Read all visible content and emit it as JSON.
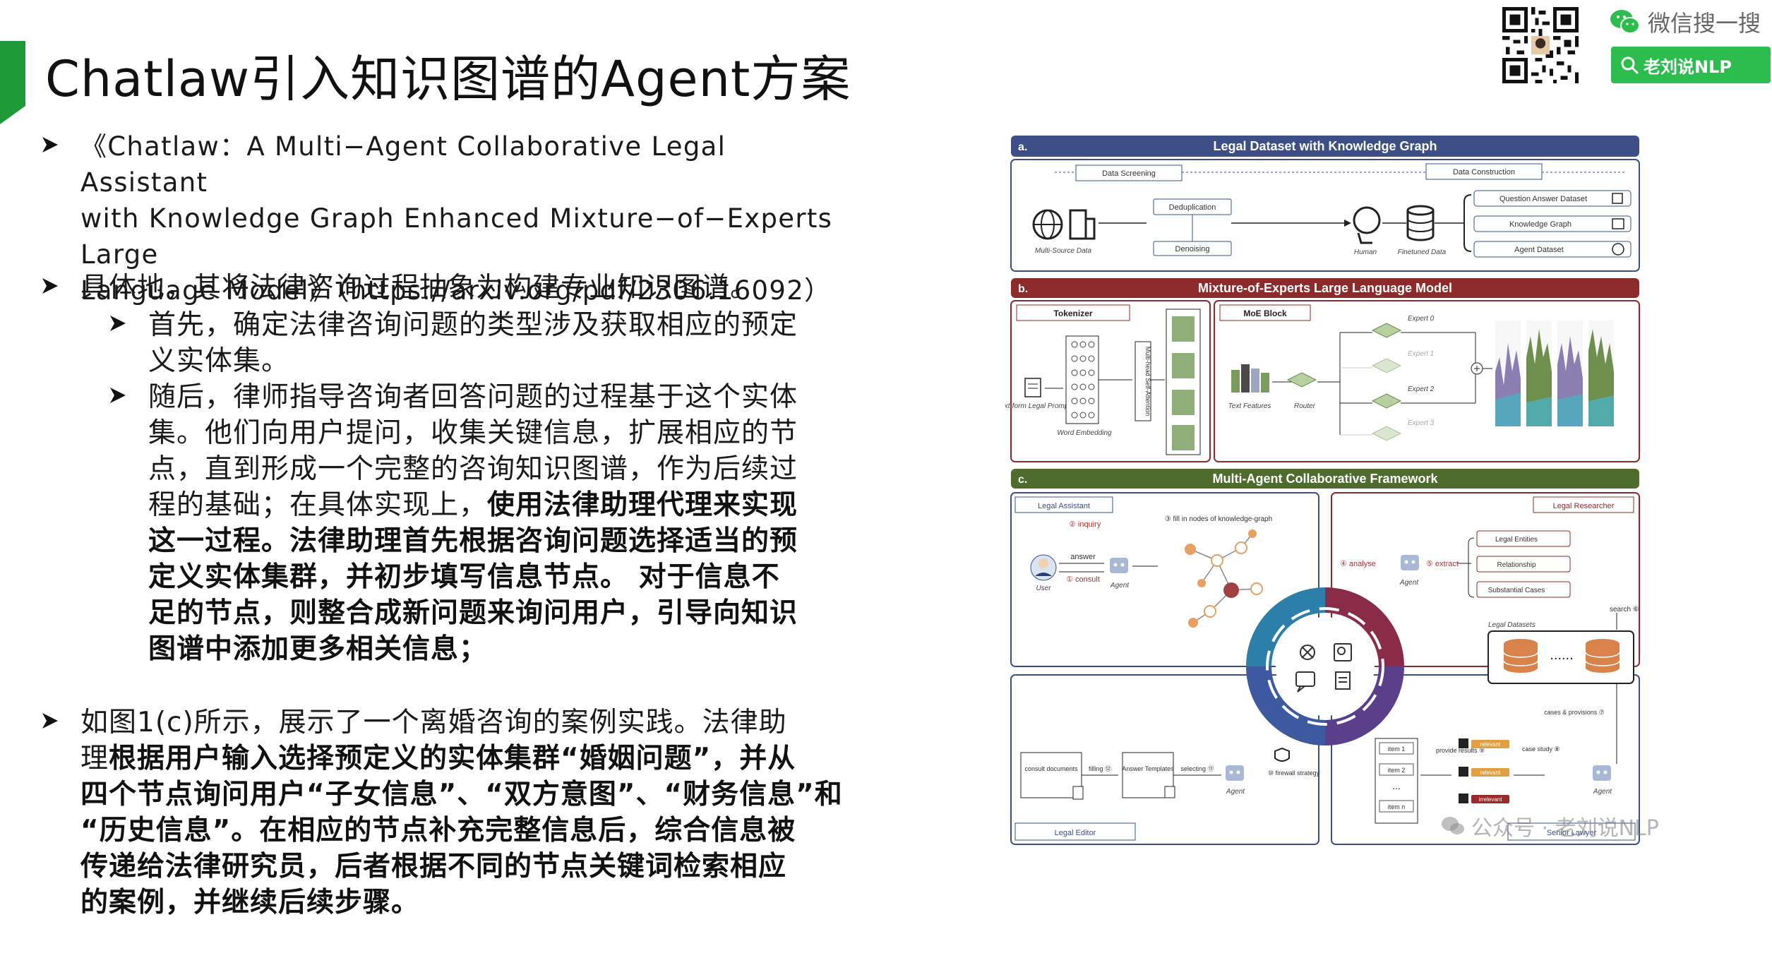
{
  "slide": {
    "title": "Chatlaw引入知识图谱的Agent方案",
    "accent_color": "#1f9a3a"
  },
  "branding": {
    "wechat_label": "微信搜一搜",
    "search_label": "老刘说NLP",
    "qr_icon": "qr-code",
    "wechat_icon": "wechat-icon",
    "search_icon": "search-icon",
    "brand_color": "#2dbd4e"
  },
  "bullets": {
    "paper_ref": {
      "line1": "《Chatlaw：A Multi−Agent Collaborative Legal Assistant",
      "line2": "with Knowledge Graph Enhanced Mixture−of−Experts Large",
      "line3": "Language Model》（https://arxiv.org/pdf/2306.16092）"
    },
    "point1": "具体地，其将法律咨询过程抽象为构建专业知识图谱。",
    "sub1": {
      "line1": "首先，确定法律咨询问题的类型涉及获取相应的预定",
      "line2": "义实体集。"
    },
    "sub2": {
      "line1": "随后，律师指导咨询者回答问题的过程基于这个实体",
      "line2": "集。他们向用户提问，收集关键信息，扩展相应的节",
      "line3": "点，直到形成一个完整的咨询知识图谱，作为后续过",
      "line4a": "程的基础；在具体实现上，",
      "line4b": "使用法律助理代理来实现",
      "line5": "这一过程。法律助理首先根据咨询问题选择适当的预",
      "line6a": "定义实体集群，并初步填写信息节点。",
      "line6b": " 对于信息不",
      "line7": "足的节点，则整合成新问题来询问用户，引导向知识",
      "line8": "图谱中添加更多相关信息；"
    },
    "point2": {
      "line1": "如图1(c)所示，展示了一个离婚咨询的案例实践。法律助",
      "line2a": "理",
      "line2b": "根据用户输入选择预定义的实体集群“婚姻问题”，并从",
      "line3": "四个节点询问用户“子女信息”、“双方意图”、“财务信息”和",
      "line4": "“历史信息”。在相应的节点补充完整信息后，综合信息被",
      "line5": "传递给法律研究员，后者根据不同的节点关键词检索相应",
      "line6": "的案例，并继续后续步骤。"
    }
  },
  "figure": {
    "panel_a": {
      "letter": "a.",
      "title": "Legal Dataset with Knowledge Graph",
      "color": "#3d4f86",
      "data_screening": "Data Screening",
      "data_construction": "Data Construction",
      "deduplication": "Deduplication",
      "denoising": "Denoising",
      "multi_source": "Multi-Source Data",
      "human": "Human",
      "finetuned": "Finetuned Data",
      "qa_dataset": "Question Answer Dataset",
      "kg": "Knowledge Graph",
      "agent_dataset": "Agent Dataset"
    },
    "panel_b": {
      "letter": "b.",
      "title": "Mixture-of-Experts Large Language Model",
      "color": "#8b2b2b",
      "tokenizer": "Tokenizer",
      "moe_block": "MoE Block",
      "text_form": "Text-form Legal Prompt",
      "word_embedding": "Word Embedding",
      "mhsa": "Multi-head Self-Attention",
      "text_features": "Text Features",
      "router": "Router",
      "expert0": "Expert 0",
      "expert1": "Expert 1",
      "expert2": "Expert 2",
      "expert3": "Expert 3"
    },
    "panel_c": {
      "letter": "c.",
      "title": "Multi-Agent Collaborative Framework",
      "color": "#4f6b2e",
      "legal_assistant": "Legal Assistant",
      "legal_researcher": "Legal Researcher",
      "legal_editor": "Legal Editor",
      "senior_lawyer": "Senior Lawyer",
      "inquiry": "② inquiry",
      "answer": "answer",
      "consult": "① consult",
      "user": "User",
      "agent": "Agent",
      "fill_nodes": "③ fill in nodes of knowledge-graph",
      "analyse": "④ analyse",
      "extract": "⑤ extract",
      "legal_entities": "Legal Entities",
      "relationship": "Relationship",
      "substantial_cases": "Substantial Cases",
      "search": "search ⑥",
      "legal_datasets": "Legal Datasets",
      "cases_provisions": "cases & provisions ⑦",
      "case_study": "case study ⑧",
      "provide_results": "provide results ⑨",
      "relevant1": "relevant",
      "relevant2": "relevant",
      "irrelevant": "irrelevant",
      "item1": "item 1",
      "item2": "item 2",
      "itemn": "item n",
      "firewall": "⑩ firewall strategy",
      "selecting": "selecting ⑪",
      "answer_templates": "Answer Templates",
      "filling": "filling ⑫",
      "consult_documents": "consult documents"
    }
  },
  "watermark": "公众号 · 老刘说NLP"
}
